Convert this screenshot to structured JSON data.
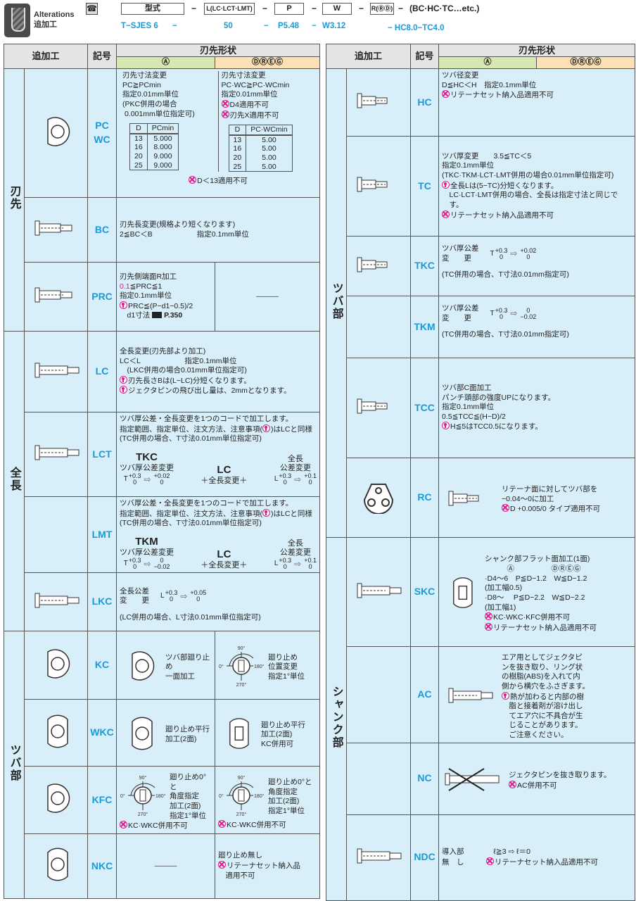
{
  "header": {
    "title_en": "Alterations",
    "title_ja": "追加工",
    "phone_icon": "phone-fax-icon",
    "boxes": [
      "型式",
      "L(LC·LCT·LMT)",
      "P",
      "W",
      "R(ⓇⒹ)"
    ],
    "dash": "−",
    "tail": "(BC·HC·TC…etc.)",
    "example": [
      "T−SJES 6",
      "50",
      "P5.48",
      "W3.12"
    ],
    "example_dashes": [
      "−",
      "−",
      "−"
    ],
    "example2": "− HC8.0−TC4.0"
  },
  "table_header": {
    "alteration": "追加工",
    "code": "記号",
    "shape": "刃先形状",
    "shape_a": "Ⓐ",
    "shape_dreg": "ⒹⓇⒺⒼ"
  },
  "colors": {
    "cell": "#d8eef9",
    "code": "#1a9ad6",
    "header_a": "#d6e8b0",
    "header_dreg": "#fde0b3",
    "warn": "#e0198a"
  },
  "left": {
    "categories": [
      {
        "label": "刃先",
        "rows": 3
      },
      {
        "label": "全長",
        "rows": 4
      },
      {
        "label": "ツバ部",
        "rows": 4
      }
    ],
    "rows": [
      {
        "fig": "pc-wc-figure",
        "code": [
          "PC",
          "WC"
        ],
        "span": [
          {
            "type": "split",
            "left": [
              {
                "type": "lines",
                "items": [
                  "刃先寸法変更",
                  "PC≧PCmin",
                  "指定0.01mm単位",
                  "(PKC併用の場合",
                  " 0.001mm単位指定可)"
                ]
              },
              {
                "type": "table",
                "head": [
                  "D",
                  "PCmin"
                ],
                "rows": [
                  [
                    "13",
                    "5.000"
                  ],
                  [
                    "16",
                    "8.000"
                  ],
                  [
                    "20",
                    "9.000"
                  ],
                  [
                    "25",
                    "9.000"
                  ]
                ]
              }
            ],
            "right": [
              {
                "type": "lines",
                "items": [
                  "刃先寸法変更",
                  "PC·WC≧PC·WCmin",
                  "指定0.01mm単位",
                  {
                    "icon": "x",
                    "text": "D4適用不可"
                  },
                  {
                    "icon": "x",
                    "text": "刃先X適用不可"
                  }
                ]
              },
              {
                "type": "table",
                "head": [
                  "D",
                  "PC·WCmin"
                ],
                "rows": [
                  [
                    "13",
                    "5.00"
                  ],
                  [
                    "16",
                    "5.00"
                  ],
                  [
                    "20",
                    "5.00"
                  ],
                  [
                    "25",
                    "5.00"
                  ]
                ]
              }
            ]
          },
          {
            "type": "note",
            "items": [
              {
                "icon": "x",
                "text": "D＜13適用不可"
              }
            ]
          }
        ]
      },
      {
        "fig": "bc-figure",
        "code": [
          "BC"
        ],
        "span": [
          {
            "type": "lines",
            "items": [
              "刃先長変更(規格より短くなります)",
              "2≦BC＜B　　　　　　指定0.1mm単位"
            ]
          }
        ],
        "mid": true
      },
      {
        "fig": "prc-figure",
        "code": [
          "PRC"
        ],
        "a": [
          {
            "type": "lines",
            "items": [
              "刃先側端面R加工",
              {
                "hl": "0.1",
                "text": "≦PRC≦1"
              },
              "指定0.1mm単位",
              {
                "icon": "p",
                "text": "PRC≦(P−d1−0.5)/2"
              },
              {
                "pre": "　d1寸法 ",
                "ref": "P.350"
              }
            ]
          }
        ],
        "dreg": [
          {
            "type": "dash",
            "text": "———"
          }
        ]
      },
      {
        "fig": "lc-figure",
        "code": [
          "LC"
        ],
        "span": [
          {
            "type": "lines",
            "items": [
              "全長変更(刃先部より加工)",
              "LC＜L　　　　　　指定0.1mm単位",
              "　(LKC併用の場合0.01mm単位指定可)",
              {
                "icon": "p",
                "text": "刃先長さBは(L−LC)分短くなります。"
              },
              {
                "icon": "p",
                "text": "ジェクタピンの飛び出し量は、2mmとなります。"
              }
            ]
          }
        ],
        "mid": true
      },
      {
        "fig": "lct-figure",
        "code": [
          "LCT"
        ],
        "span": [
          {
            "type": "lines",
            "items": [
              "ツバ厚公差・全長変更を1つのコードで加工します。",
              {
                "pre": "指定範囲、指定単位、注文方法、注意事項(",
                "icon": "p",
                "text": ")はLCと同様"
              },
              "(TC併用の場合、T寸法0.01mm単位指定可)"
            ]
          },
          {
            "type": "combo",
            "c1": "TKC",
            "l1": "ツバ厚公差変更",
            "t1": {
              "base": "T",
              "up": "+0.3",
              "low": "0",
              "up2": "+0.02",
              "low2": "0"
            },
            "c2": "LC",
            "l2": "＋全長変更＋",
            "l3a": "全長",
            "l3b": "公差変更",
            "t3": {
              "base": "L",
              "up": "+0.3",
              "low": "0",
              "up2": "+0.1",
              "low2": "0"
            }
          }
        ]
      },
      {
        "fig": "lmt-figure",
        "code": [
          "LMT"
        ],
        "span": [
          {
            "type": "lines",
            "items": [
              "ツバ厚公差・全長変更を1つのコードで加工します。",
              {
                "pre": "指定範囲、指定単位、注文方法、注意事項(",
                "icon": "p",
                "text": ")はLCと同様"
              },
              "(TC併用の場合、T寸法0.01mm単位指定可)"
            ]
          },
          {
            "type": "combo",
            "c1": "TKM",
            "l1": "ツバ厚公差変更",
            "t1": {
              "base": "T",
              "up": "+0.3",
              "low": "0",
              "up2": "0",
              "low2": "−0.02"
            },
            "c2": "LC",
            "l2": "＋全長変更＋",
            "l3a": "全長",
            "l3b": "公差変更",
            "t3": {
              "base": "L",
              "up": "+0.3",
              "low": "0",
              "up2": "+0.1",
              "low2": "0"
            }
          }
        ]
      },
      {
        "fig": "lkc-figure",
        "code": [
          "LKC"
        ],
        "span": [
          {
            "type": "tolrow",
            "label": [
              "全長公差",
              "変　　更"
            ],
            "tol": {
              "base": "L",
              "up": "+0.3",
              "low": "0",
              "up2": "+0.05",
              "low2": "0"
            }
          },
          {
            "type": "lines",
            "items": [
              "(LC併用の場合、L寸法0.01mm単位指定可)"
            ]
          }
        ],
        "mid": true
      },
      {
        "fig": "kc-figure",
        "code": [
          "KC"
        ],
        "a": [
          {
            "type": "figtext",
            "fig": "one-flat-collar-icon",
            "items": [
              "ツバ部廻り止め",
              "一面加工"
            ]
          }
        ],
        "dreg": [
          {
            "type": "figtext",
            "fig": "angle-dial-icon",
            "angles": [
              "90°",
              "0°",
              "180°",
              "270°"
            ],
            "items": [
              "廻り止め",
              "位置変更",
              "指定1°単位"
            ]
          }
        ]
      },
      {
        "fig": "wkc-figure",
        "code": [
          "WKC"
        ],
        "a": [
          {
            "type": "figtext",
            "fig": "two-flat-collar-icon",
            "items": [
              "廻り止め平行",
              "加工(2面)"
            ]
          }
        ],
        "dreg": [
          {
            "type": "figtext",
            "fig": "two-flat-rect-icon",
            "items": [
              "廻り止め平行",
              "加工(2面)",
              "KC併用可"
            ]
          }
        ]
      },
      {
        "fig": "kfc-figure",
        "code": [
          "KFC"
        ],
        "a": [
          {
            "type": "figtext",
            "fig": "angle-dial-icon",
            "angles": [
              "90°",
              "0°",
              "180°",
              "270°"
            ],
            "items": [
              "廻り止め0°と",
              "角度指定",
              "加工(2面)",
              "指定1°単位"
            ]
          },
          {
            "type": "lines",
            "items": [
              {
                "icon": "x",
                "text": "KC·WKC併用不可"
              }
            ]
          }
        ],
        "dreg": [
          {
            "type": "figtext",
            "fig": "angle-dial-icon",
            "angles": [
              "90°",
              "0°",
              "180°",
              "270°"
            ],
            "items": [
              "廻り止め0°と",
              "角度指定",
              "加工(2面)",
              "指定1°単位"
            ]
          },
          {
            "type": "lines",
            "items": [
              {
                "icon": "x",
                "text": "KC·WKC併用不可"
              }
            ]
          }
        ]
      },
      {
        "fig": "nkc-figure",
        "code": [
          "NKC"
        ],
        "a": [
          {
            "type": "dash",
            "text": "———"
          }
        ],
        "dreg": [
          {
            "type": "lines",
            "items": [
              "廻り止め無し",
              {
                "icon": "x",
                "text": "リテーナセット納入品"
              },
              "　適用不可"
            ]
          }
        ]
      }
    ]
  },
  "right": {
    "categories": [
      {
        "label": "ツバ部",
        "rows": 6
      },
      {
        "label": "シャンク部",
        "rows": 4
      }
    ],
    "rows": [
      {
        "fig": "hc-figure",
        "code": [
          "HC"
        ],
        "span": [
          {
            "type": "lines",
            "items": [
              "ツバ径変更",
              "D≦HC＜H　指定0.1mm単位",
              {
                "icon": "x",
                "text": "リテーナセット納入品適用不可"
              }
            ]
          }
        ]
      },
      {
        "fig": "tc-figure",
        "code": [
          "TC"
        ],
        "span": [
          {
            "type": "lines",
            "items": [
              "ツバ厚変更　　3.5≦TC＜5",
              "指定0.1mm単位",
              "(TKC·TKM·LCT·LMT併用の場合0.01mm単位指定可)",
              {
                "icon": "p",
                "text": "全長Lは(5−TC)分短くなります。"
              },
              "　LC·LCT·LMT併用の場合、全長は指定寸法と同じで",
              "　す。",
              {
                "icon": "x",
                "text": "リテーナセット納入品適用不可"
              }
            ]
          }
        ],
        "mid": true
      },
      {
        "fig": "tkc-figure",
        "code": [
          "TKC"
        ],
        "span": [
          {
            "type": "tolrow",
            "label": [
              "ツバ厚公差",
              "変　　更"
            ],
            "tol": {
              "base": "T",
              "up": "+0.3",
              "low": "0",
              "up2": "+0.02",
              "low2": "0"
            }
          },
          {
            "type": "lines",
            "items": [
              "(TC併用の場合、T寸法0.01mm指定可)"
            ]
          }
        ]
      },
      {
        "fig": "",
        "code": [
          "TKM"
        ],
        "span": [
          {
            "type": "tolrow",
            "label": [
              "ツバ厚公差",
              "変　　更"
            ],
            "tol": {
              "base": "T",
              "up": "+0.3",
              "low": "0",
              "up2": "0",
              "low2": "−0.02"
            }
          },
          {
            "type": "lines",
            "items": [
              "(TC併用の場合、T寸法0.01mm指定可)"
            ]
          }
        ]
      },
      {
        "fig": "tcc-figure",
        "code": [
          "TCC"
        ],
        "span": [
          {
            "type": "lines",
            "items": [
              "ツバ部C面加工",
              "パンチ頭部の強度UPになります。",
              "指定0.1mm単位",
              "0.5≦TCC≦(H−D)/2",
              {
                "icon": "p",
                "text": "H≦5はTCC0.5になります。"
              }
            ]
          }
        ],
        "mid": true
      },
      {
        "fig": "rc-figure",
        "code": [
          "RC"
        ],
        "span": [
          {
            "type": "figtext",
            "fig": "retainer-face-icon",
            "items": [
              "リテーナ面に対してツバ部を",
              "−0.04〜0に加工",
              {
                "icon": "x",
                "text": "D +0.005/0 タイプ適用不可"
              }
            ]
          }
        ],
        "mid": true
      },
      {
        "fig": "skc-figure",
        "code": [
          "SKC"
        ],
        "span": [
          {
            "type": "figtext",
            "fig": "flat-face-icon",
            "items": [
              "シャンク部フラット面加工(1面)",
              "　　　Ⓐ　　　　　ⒹⓇⒺⒼ",
              "·D4〜6　P≦D−1.2　W≦D−1.2",
              "(加工幅0.5)",
              "·D8〜　 P≦D−2.2　W≦D−2.2",
              "(加工幅1)",
              {
                "icon": "x",
                "text": "KC·WKC·KFC併用不可"
              },
              {
                "icon": "x",
                "text": "リテーナセット納入品適用不可"
              }
            ]
          }
        ],
        "mid": true
      },
      {
        "fig": "",
        "code": [
          "AC"
        ],
        "span": [
          {
            "type": "figtext",
            "fig": "air-hole-icon",
            "items": [
              "エア用としてジェクタピ",
              "ンを抜き取り、リング状",
              "の樹脂(ABS)を入れて内",
              "側から横穴をふさぎます。",
              {
                "icon": "p",
                "text": "熱が加わると内部の樹"
              },
              "　脂と接着剤が溶け出し",
              "　てエア穴に不具合が生",
              "　じることがあります。",
              "　ご注意ください。"
            ]
          }
        ],
        "mid": true
      },
      {
        "fig": "",
        "code": [
          "NC"
        ],
        "span": [
          {
            "type": "figtext",
            "fig": "no-ejector-pin-icon",
            "items": [
              "ジェクタピンを抜き取ります。",
              {
                "icon": "x",
                "text": "AC併用不可"
              }
            ]
          }
        ],
        "mid": true
      },
      {
        "fig": "ndc-figure",
        "code": [
          "NDC"
        ],
        "span": [
          {
            "type": "lines",
            "items": [
              "導入部　　　　ℓ≧3 ⇨ ℓ＝0",
              {
                "pre": "無　し　　　",
                "icon": "x",
                "text": "リテーナセット納入品適用不可"
              }
            ]
          }
        ],
        "mid": true
      }
    ]
  }
}
